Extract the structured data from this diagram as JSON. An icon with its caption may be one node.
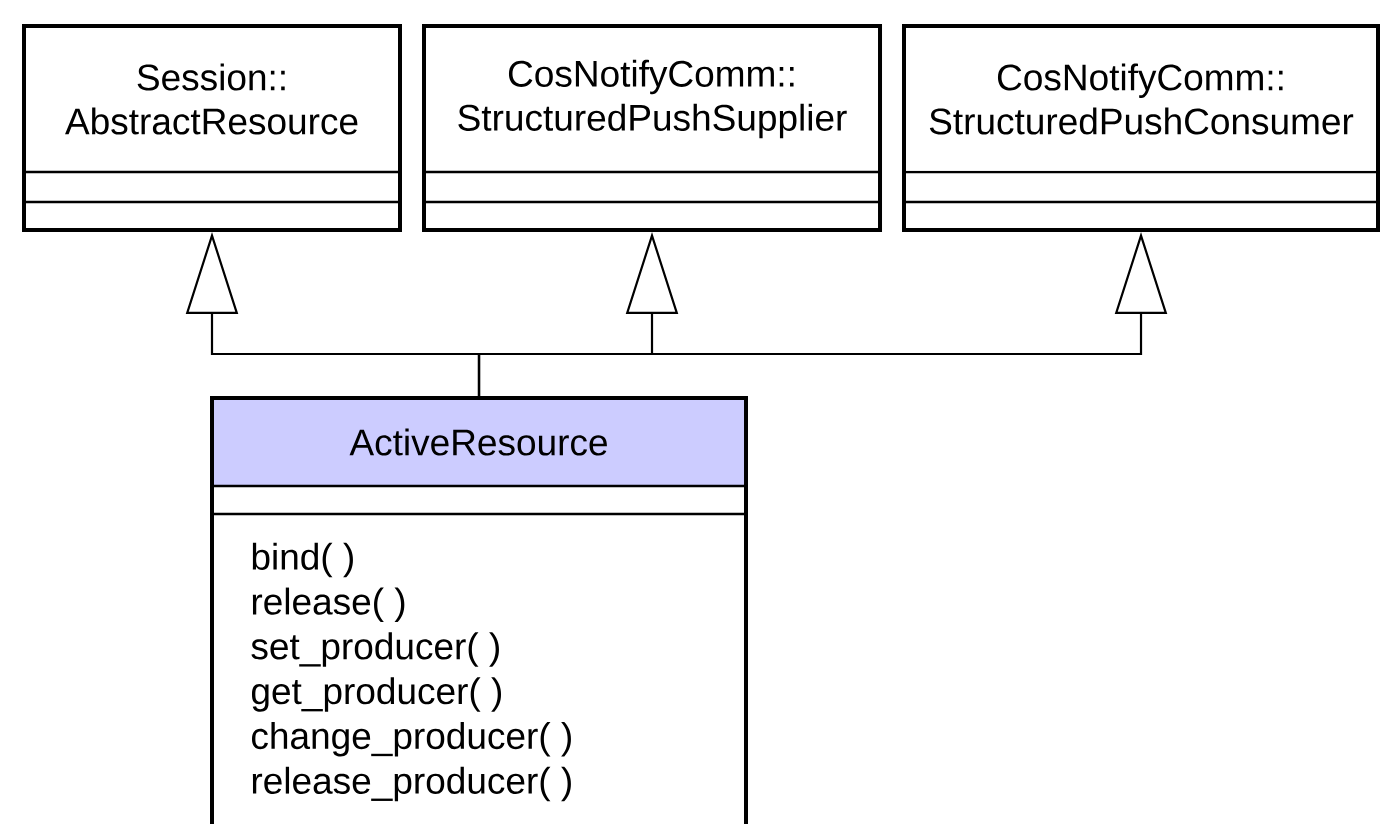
{
  "diagram": {
    "nodes": [
      {
        "text": [
          "Session:: AbstractResource"
        ]
      },
      {
        "text": [
          "CosNotifyComm:: StructuredPushSupplier"
        ]
      },
      {
        "text": [
          "CosNotifyComm:: StructuredPushConsumer"
        ]
      },
      {
        "text": [
          "ActiveResource",
          "bind( )",
          "release( )",
          "set_producer( )",
          "get_producer( )",
          "change_producer( )",
          "release_producer( )"
        ]
      }
    ],
    "edges": [
      {
        "from": 3,
        "to": 0,
        "arrow": "to"
      },
      {
        "from": 3,
        "to": 1,
        "arrow": "to"
      },
      {
        "from": 3,
        "to": 2,
        "arrow": "to"
      }
    ]
  }
}
